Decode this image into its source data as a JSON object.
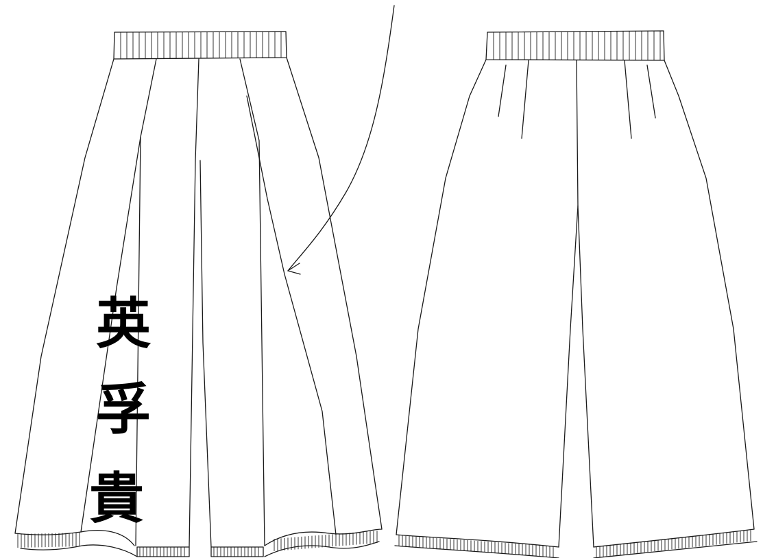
{
  "figure": {
    "ink_color": "#1a1a1a",
    "background": "#ffffff",
    "front_view": {
      "side_text": [
        "英",
        "孚",
        "貴"
      ],
      "callout_arrow": true
    },
    "back_view": {}
  }
}
